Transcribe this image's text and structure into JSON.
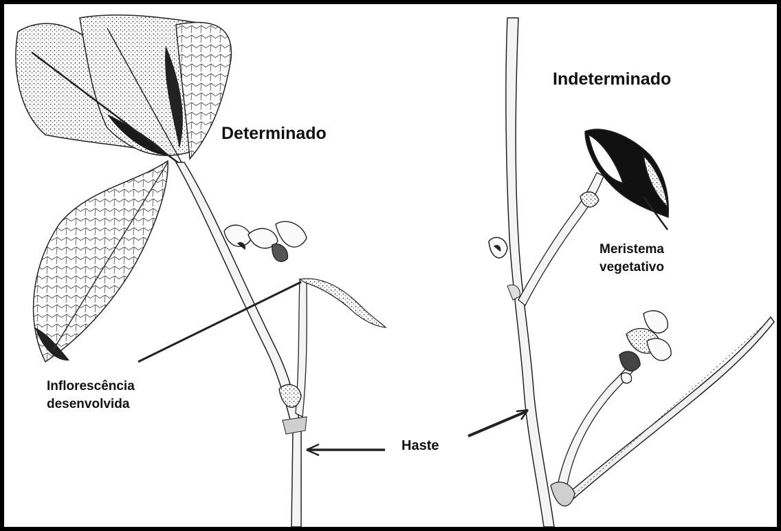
{
  "labels": {
    "determinado": "Determinado",
    "indeterminado": "Indeterminado",
    "meristema_line1": "Meristema",
    "meristema_line2": "vegetativo",
    "inflorescencia_line1": "Inflorescência",
    "inflorescencia_line2": "desenvolvida",
    "haste": "Haste"
  },
  "colors": {
    "ink": "#111111",
    "border": "#000000",
    "background": "#ffffff"
  }
}
